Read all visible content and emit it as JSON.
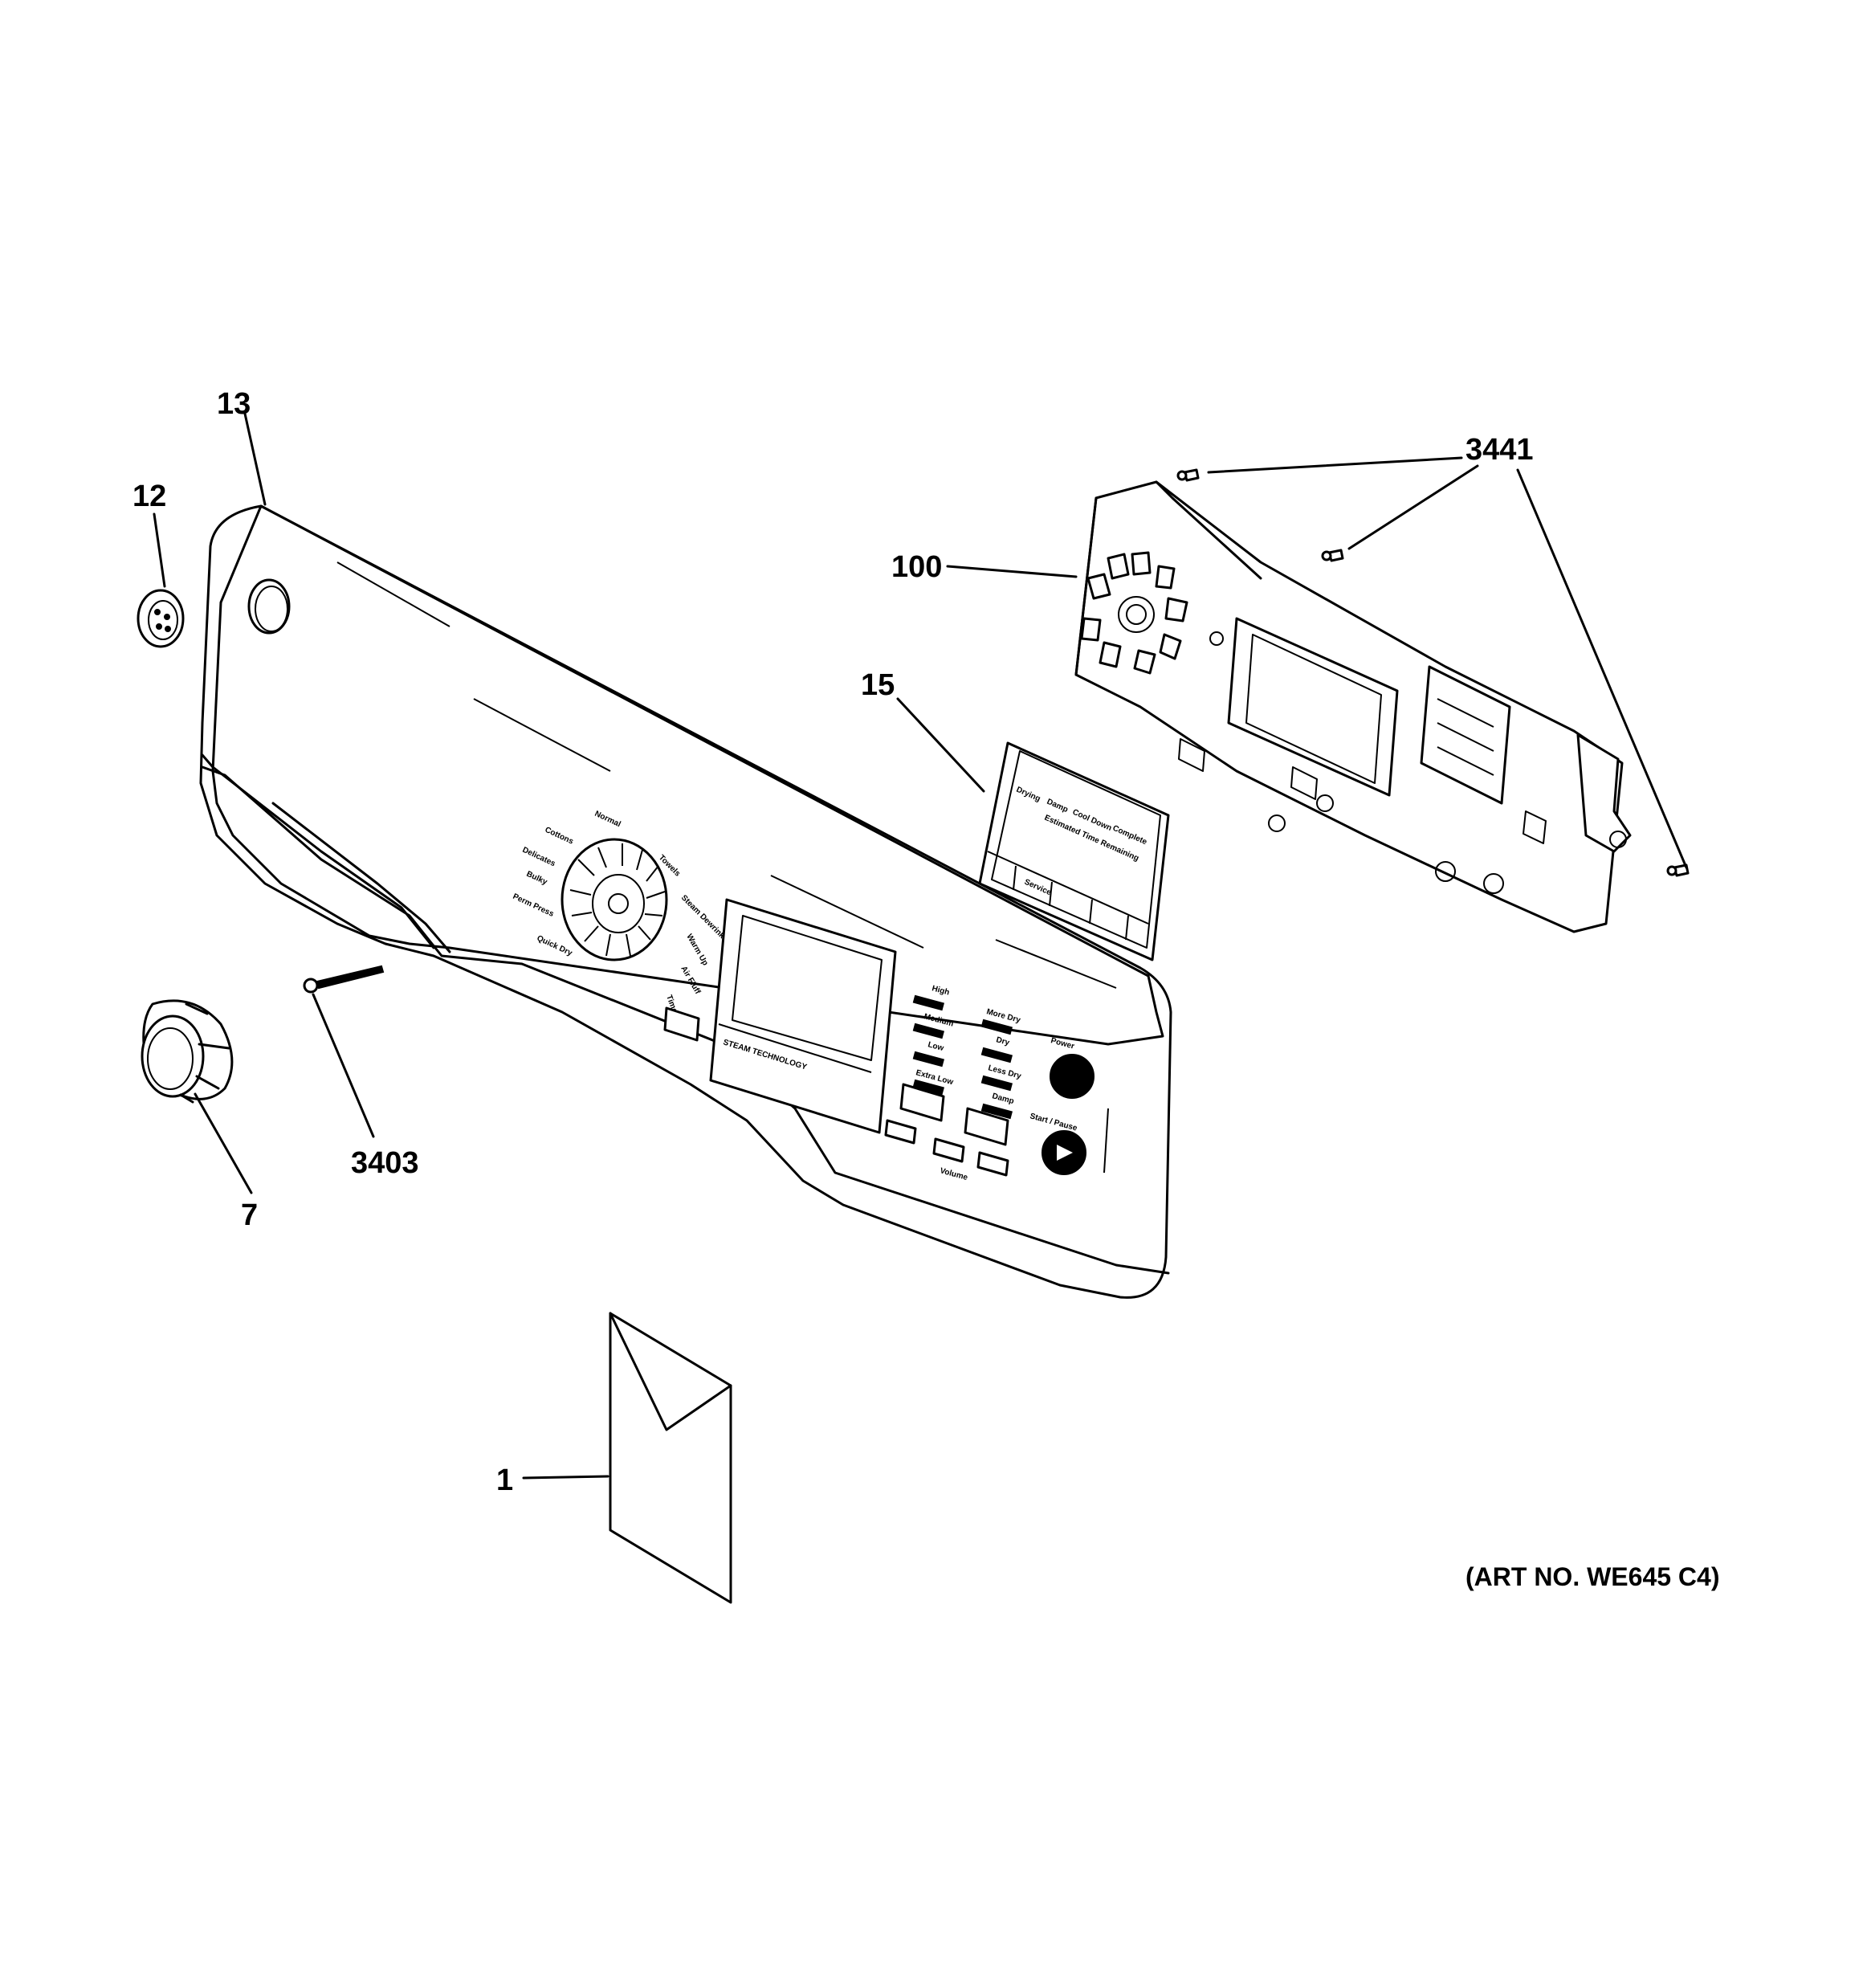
{
  "diagram": {
    "art_number": "(ART NO. WE645 C4)",
    "callouts": {
      "c13": "13",
      "c12": "12",
      "c3441": "3441",
      "c100": "100",
      "c15": "15",
      "c3403": "3403",
      "c7": "7",
      "c1": "1"
    },
    "panel_labels": {
      "normal": "Normal",
      "cottons": "Cottons",
      "delicates": "Delicates",
      "bulky": "Bulky",
      "perm_press": "Perm Press",
      "quick_dry": "Quick Dry",
      "towels": "Towels",
      "steam_dewrinkle": "Steam Dewrinkle",
      "warm_up": "Warm Up",
      "air_fluff": "Air Fluff",
      "time_dry": "Time Dry",
      "high": "High",
      "medium": "Medium",
      "low": "Low",
      "extra_low": "Extra Low",
      "more_dry": "More Dry",
      "dry": "Dry",
      "less_dry": "Less Dry",
      "damp": "Damp",
      "power": "Power",
      "start_pause": "Start / Pause",
      "volume": "Volume",
      "steam_technology": "STEAM TECHNOLOGY",
      "drying": "Drying",
      "damp_status": "Damp",
      "cool_down": "Cool Down",
      "complete": "Complete",
      "estimated_time_remaining": "Estimated Time Remaining",
      "service": "Service"
    }
  }
}
